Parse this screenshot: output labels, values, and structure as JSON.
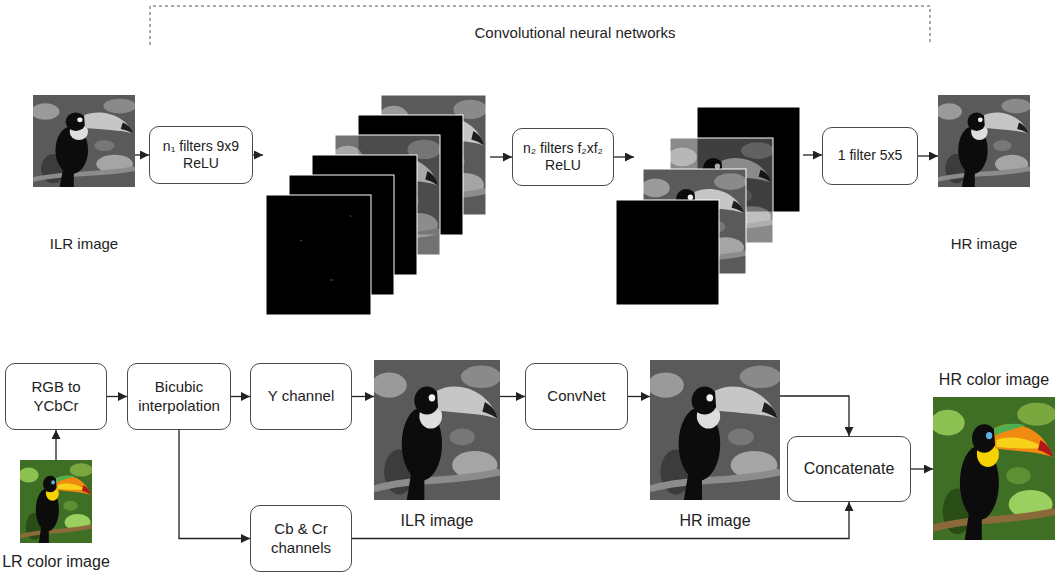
{
  "diagram": {
    "nodes": [
      {
        "text": [
          "ILR image"
        ]
      },
      {
        "text": [
          "n₁ filters 9x9 ReLU"
        ]
      },
      {
        "text": [
          "n₂ filters f₂xf₂ ReLU"
        ]
      },
      {
        "text": [
          "1 filter 5x5"
        ]
      },
      {
        "text": [
          "HR image"
        ]
      },
      {
        "text": [
          "RGB to YCbCr"
        ]
      },
      {
        "text": [
          "Bicubic interpolation"
        ]
      },
      {
        "text": [
          "Y channel"
        ]
      },
      {
        "text": [
          "ILR image"
        ]
      },
      {
        "text": [
          "ConvNet"
        ]
      },
      {
        "text": [
          "HR image"
        ]
      },
      {
        "text": [
          "Concatenate"
        ]
      },
      {
        "text": [
          "HR color image"
        ]
      },
      {
        "text": [
          "LR color image"
        ]
      },
      {
        "text": [
          "Cb & Cr channels"
        ]
      }
    ],
    "edges": [
      {
        "from": 0,
        "to": 1,
        "arrow": "to"
      },
      {
        "from": 3,
        "to": 4,
        "arrow": "to"
      },
      {
        "from": 13,
        "to": 5,
        "arrow": "to"
      },
      {
        "from": 5,
        "to": 6,
        "arrow": "to"
      },
      {
        "from": 6,
        "to": 7,
        "arrow": "to"
      },
      {
        "from": 7,
        "to": 8,
        "arrow": "to"
      },
      {
        "from": 8,
        "to": 9,
        "arrow": "to"
      },
      {
        "from": 9,
        "to": 10,
        "arrow": "to"
      },
      {
        "from": 10,
        "to": 11,
        "arrow": "to"
      },
      {
        "from": 6,
        "to": 14,
        "arrow": "to"
      },
      {
        "from": 14,
        "to": 11,
        "arrow": "to"
      },
      {
        "from": 11,
        "to": 12,
        "arrow": "to"
      }
    ],
    "labels": [
      "Convolutional neural networks"
    ]
  }
}
